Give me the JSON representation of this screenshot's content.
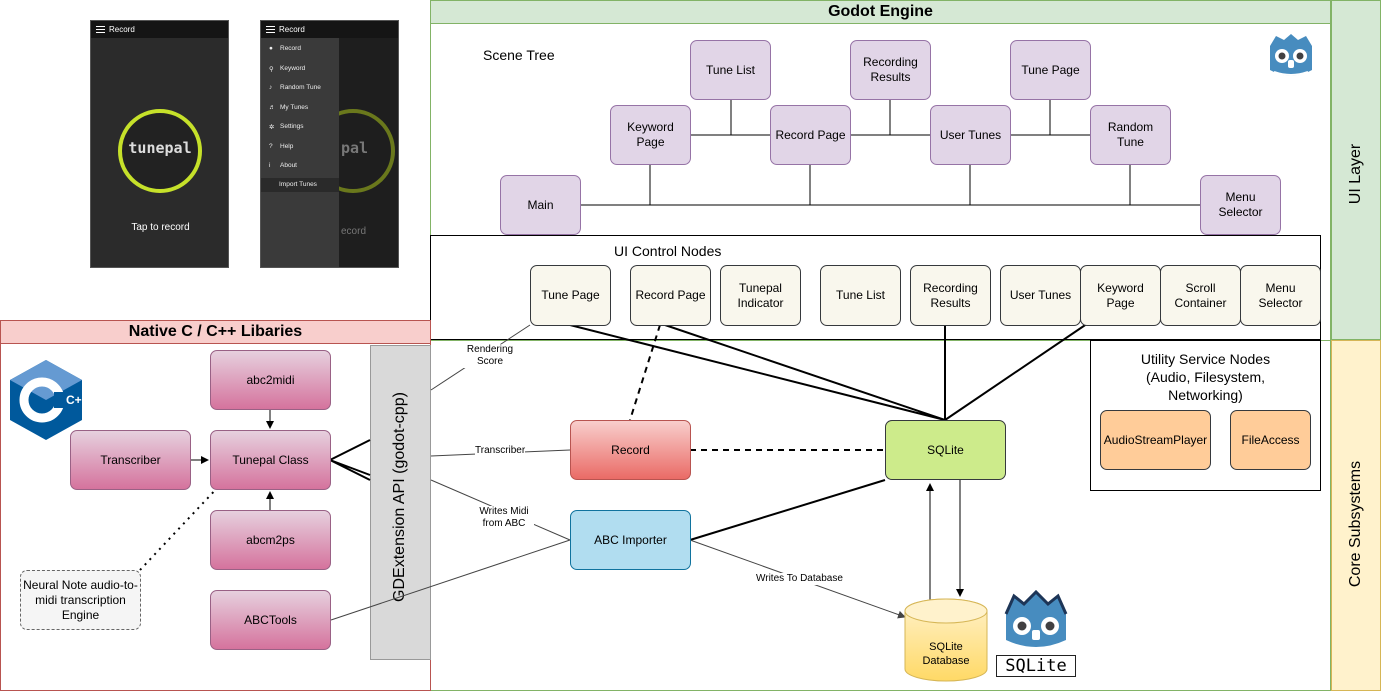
{
  "phones": {
    "left": {
      "title": "Record",
      "logo": "tunepal",
      "caption": "Tap to record"
    },
    "right": {
      "title": "Record",
      "menu": [
        {
          "icon": "●",
          "label": "Record"
        },
        {
          "icon": "⚲",
          "label": "Keyword"
        },
        {
          "icon": "♪",
          "label": "Random Tune"
        },
        {
          "icon": "♬",
          "label": "My Tunes"
        },
        {
          "icon": "✲",
          "label": "Settings"
        },
        {
          "icon": "?",
          "label": "Help"
        },
        {
          "icon": "i",
          "label": "About"
        }
      ],
      "import_label": "Import Tunes",
      "bg_logo": "pal",
      "bg_caption": "ecord"
    }
  },
  "godot": {
    "title": "Godot Engine",
    "scene_tree_label": "Scene Tree",
    "scene_nodes": {
      "tune_list": "Tune List",
      "recording_results": "Recording Results",
      "tune_page": "Tune Page",
      "keyword_page": "Keyword Page",
      "record_page": "Record Page",
      "user_tunes": "User Tunes",
      "random_tune": "Random Tune",
      "main": "Main",
      "menu_selector": "Menu Selector"
    },
    "ui_control_label": "UI Control Nodes",
    "ui_nodes": [
      "Tune Page",
      "Record Page",
      "Tunepal Indicator",
      "Tune List",
      "Recording Results",
      "User Tunes",
      "Keyword Page",
      "Scroll Container",
      "Menu Selector"
    ],
    "utility_label": "Utility Service Nodes (Audio, Filesystem, Networking)",
    "utility_nodes": [
      "AudioStreamPlayer",
      "FileAccess"
    ],
    "record": "Record",
    "abc_importer": "ABC Importer",
    "sqlite": "SQLite",
    "sqlite_db": "SQLite Database",
    "sqlite_logo": "SQLite",
    "edge_labels": {
      "rendering_score": "Rendering Score",
      "transcriber": "Transcriber",
      "writes_midi": "Writes Midi from ABC",
      "writes_db": "Writes To Database"
    }
  },
  "side_bands": {
    "ui_layer": "UI Layer",
    "core_subsystems": "Core Subsystems"
  },
  "native": {
    "title": "Native C / C++ Libaries",
    "nodes": {
      "abc2midi": "abc2midi",
      "transcriber": "Transcriber",
      "tunepal_class": "Tunepal Class",
      "abcm2ps": "abcm2ps",
      "abctools": "ABCTools",
      "neural_note": "Neural Note audio-to-midi transcription Engine"
    },
    "cpp_logo": "C++"
  },
  "gdextension": "GDExtension API (godot-cpp)",
  "colors": {
    "green_band": "#d5e8d4",
    "orange_band": "#fff2cc",
    "native_header": "#f8cecc"
  }
}
